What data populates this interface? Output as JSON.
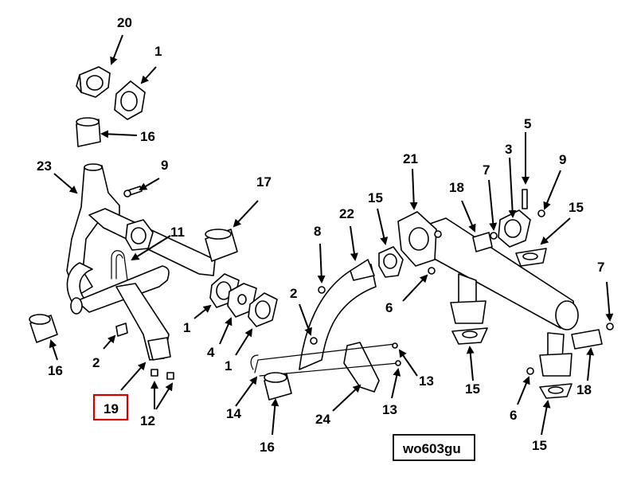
{
  "figure": {
    "reference_code": "wo603gu",
    "highlighted_callout": "19",
    "highlight_color": "#d40000"
  },
  "callouts": {
    "c20": "20",
    "c1_top": "1",
    "c16_top": "16",
    "c23": "23",
    "c9_left": "9",
    "c17": "17",
    "c11": "11",
    "c1_mid": "1",
    "c4": "4",
    "c1_low": "1",
    "c2_left": "2",
    "c16_left": "16",
    "c19": "19",
    "c12": "12",
    "c8": "8",
    "c22": "22",
    "c15_a": "15",
    "c21": "21",
    "c18_top": "18",
    "c7_top": "7",
    "c3": "3",
    "c5": "5",
    "c9_right": "9",
    "c15_b": "15",
    "c2_mid": "2",
    "c6_mid": "6",
    "c14": "14",
    "c24": "24",
    "c16_bottom": "16",
    "c13_a": "13",
    "c13_b": "13",
    "c15_c": "15",
    "c7_right": "7",
    "c18_right": "18",
    "c6_bottom": "6",
    "c15_d": "15"
  }
}
